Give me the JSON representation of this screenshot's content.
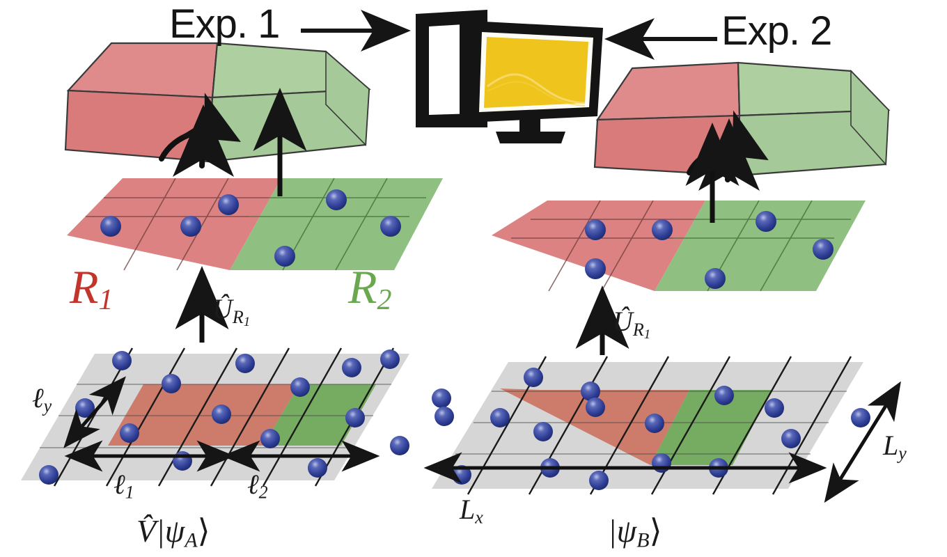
{
  "figure": {
    "type": "physics-schematic",
    "description": "Two experiments measuring entanglement via lattice region swaps",
    "background_color": "#ffffff"
  },
  "colors": {
    "red_top": "#e08b8b",
    "red_side": "#d97b7b",
    "red_flat": "#dd8282",
    "red_pale": "#cd7b6b",
    "green_top": "#aecfa0",
    "green_side": "#a5c998",
    "green_flat": "#8fc081",
    "green_pale": "#76ab62",
    "lattice_gray": "#d6d6d6",
    "atom_blue": "#2e3e95",
    "atom_highlight": "#9aa6dd",
    "monitor_black": "#141414",
    "screen_yellow": "#efc41c",
    "label_red": "#c3342c",
    "label_green": "#6aa84f",
    "ink": "#151515"
  },
  "experiments": {
    "left": {
      "label": "Exp. 1",
      "arrow": "arrow-right"
    },
    "right": {
      "label": "Exp. 2",
      "arrow": "arrow-left"
    }
  },
  "monitor": {
    "name": "computer-monitor",
    "screen_color": "#efc41c",
    "has_curve": true
  },
  "regions": {
    "r1": {
      "label": "R",
      "subscript": "1",
      "color": "#c3342c"
    },
    "r2": {
      "label": "R",
      "subscript": "2",
      "color": "#6aa84f"
    }
  },
  "operators": {
    "unitary_left": {
      "symbol": "Û",
      "sub": "R",
      "subsub": "1"
    },
    "unitary_right": {
      "symbol": "Û",
      "sub": "R",
      "subsub": "1"
    }
  },
  "lengths": {
    "ly": {
      "symbol": "ℓ",
      "sub": "y"
    },
    "l1": {
      "symbol": "ℓ",
      "sub": "1"
    },
    "l2": {
      "symbol": "ℓ",
      "sub": "2"
    },
    "Lx": {
      "symbol": "L",
      "sub": "x"
    },
    "Ly": {
      "symbol": "L",
      "sub": "y"
    }
  },
  "states": {
    "left": {
      "prefix": "V̂",
      "ket_open": "|",
      "psi": "ψ",
      "sub": "A",
      "ket_close": "⟩"
    },
    "right": {
      "prefix": "",
      "ket_open": "|",
      "psi": "ψ",
      "sub": "B",
      "ket_close": "⟩"
    }
  },
  "text": {
    "exp1": "Exp. 1",
    "exp2": "Exp. 2",
    "R1_base": "R",
    "R1_sub": "1",
    "R2_base": "R",
    "R2_sub": "2",
    "U_base": "Û",
    "U_sub": "R",
    "U_subsub": "1",
    "ell_y_base": "ℓ",
    "ell_y_sub": "y",
    "ell_1_base": "ℓ",
    "ell_1_sub": "1",
    "ell_2_base": "ℓ",
    "ell_2_sub": "2",
    "L_x_base": "L",
    "L_x_sub": "x",
    "L_y_base": "L",
    "L_y_sub": "y",
    "psiA_pre": "V̂|",
    "psiA_psi": "ψ",
    "psiA_sub": "A",
    "psiA_post": "⟩",
    "psiB_pre": "|",
    "psiB_psi": "ψ",
    "psiB_sub": "B",
    "psiB_post": "⟩"
  },
  "chart_data": {
    "type": "scatter",
    "title": "",
    "atom_counts": {
      "mid_left_lattice": 6,
      "mid_right_lattice": 6,
      "bottom_left_lattice": 16,
      "bottom_right_lattice": 16
    },
    "lattice_rows": 4,
    "lattice_cols": 6
  }
}
